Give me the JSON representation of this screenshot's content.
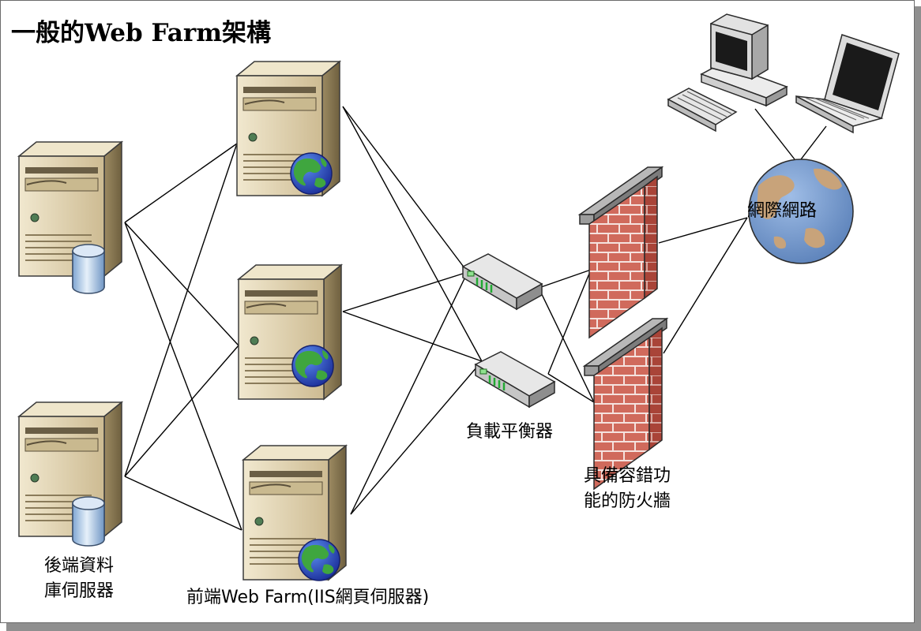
{
  "title": "一般的Web Farm架構",
  "labels": {
    "backend_line1": "後端資料",
    "backend_line2": "庫伺服器",
    "frontend": "前端Web Farm(IIS網頁伺服器)",
    "load_balancer": "負載平衡器",
    "firewall_line1": "具備容錯功",
    "firewall_line2": "能的防火牆",
    "internet": "網際網路"
  },
  "nodes": {
    "backend_servers": [
      "db-server-top",
      "db-server-bottom"
    ],
    "web_servers": [
      "web-server-1",
      "web-server-2",
      "web-server-3"
    ],
    "load_balancers": [
      "load-balancer-1",
      "load-balancer-2"
    ],
    "firewalls": [
      "firewall-1",
      "firewall-2"
    ],
    "internet": "internet-globe",
    "clients": [
      "desktop-computer",
      "laptop-computer"
    ]
  },
  "connections": [
    [
      "db-server-top",
      "web-server-1"
    ],
    [
      "db-server-top",
      "web-server-2"
    ],
    [
      "db-server-top",
      "web-server-3"
    ],
    [
      "db-server-bottom",
      "web-server-1"
    ],
    [
      "db-server-bottom",
      "web-server-2"
    ],
    [
      "db-server-bottom",
      "web-server-3"
    ],
    [
      "web-server-1",
      "load-balancer-1"
    ],
    [
      "web-server-1",
      "load-balancer-2"
    ],
    [
      "web-server-2",
      "load-balancer-1"
    ],
    [
      "web-server-2",
      "load-balancer-2"
    ],
    [
      "web-server-3",
      "load-balancer-1"
    ],
    [
      "web-server-3",
      "load-balancer-2"
    ],
    [
      "load-balancer-1",
      "firewall-1"
    ],
    [
      "load-balancer-1",
      "firewall-2"
    ],
    [
      "load-balancer-2",
      "firewall-1"
    ],
    [
      "load-balancer-2",
      "firewall-2"
    ],
    [
      "firewall-1",
      "internet-globe"
    ],
    [
      "firewall-2",
      "internet-globe"
    ],
    [
      "internet-globe",
      "desktop-computer"
    ],
    [
      "internet-globe",
      "laptop-computer"
    ]
  ],
  "colors": {
    "server_body": "#d6c7a2",
    "server_dark": "#8c7a55",
    "brick": "#c9574a",
    "globe_ocean": "#6f93c8",
    "globe_land": "#c8a37a",
    "shadow": "#8f8f8f"
  }
}
